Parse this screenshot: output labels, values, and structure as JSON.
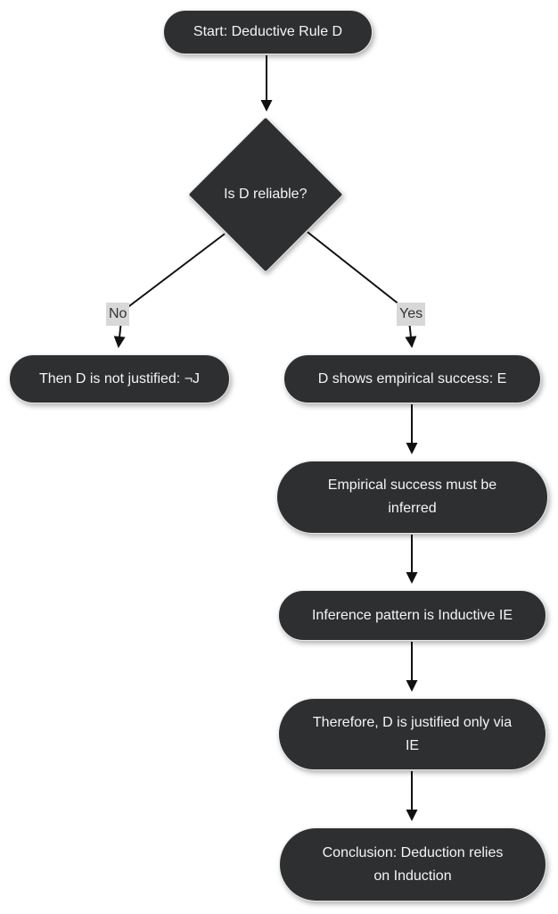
{
  "diagram": {
    "type": "flowchart",
    "background": "#ffffff",
    "colors": {
      "node_fill": "#2e2f30",
      "node_border": "#e9e9e9",
      "node_text": "#f5f5f5",
      "edge_stroke": "#111111",
      "edge_label_bg": "#d8d8d8",
      "edge_label_text": "#333333"
    },
    "nodes": {
      "start": {
        "shape": "stadium",
        "lines": [
          "Start: Deductive Rule D"
        ]
      },
      "decision": {
        "shape": "diamond",
        "lines": [
          "Is D reliable?"
        ]
      },
      "not_justified": {
        "shape": "stadium",
        "lines": [
          "Then D is not justified: ¬J"
        ]
      },
      "empirical_success": {
        "shape": "stadium",
        "lines": [
          "D shows empirical success: E"
        ]
      },
      "must_be_inferred": {
        "shape": "stadium",
        "lines": [
          "Empirical success must be",
          "inferred"
        ]
      },
      "inference_pattern": {
        "shape": "stadium",
        "lines": [
          "Inference pattern is Inductive IE"
        ]
      },
      "justified_via_ie": {
        "shape": "stadium",
        "lines": [
          "Therefore, D is justified only via",
          "IE"
        ]
      },
      "conclusion": {
        "shape": "stadium",
        "lines": [
          "Conclusion: Deduction relies",
          "on Induction"
        ]
      }
    },
    "edges": [
      {
        "from": "start",
        "to": "decision",
        "label": ""
      },
      {
        "from": "decision",
        "to": "not_justified",
        "label": "No"
      },
      {
        "from": "decision",
        "to": "empirical_success",
        "label": "Yes"
      },
      {
        "from": "empirical_success",
        "to": "must_be_inferred",
        "label": ""
      },
      {
        "from": "must_be_inferred",
        "to": "inference_pattern",
        "label": ""
      },
      {
        "from": "inference_pattern",
        "to": "justified_via_ie",
        "label": ""
      },
      {
        "from": "justified_via_ie",
        "to": "conclusion",
        "label": ""
      }
    ]
  }
}
